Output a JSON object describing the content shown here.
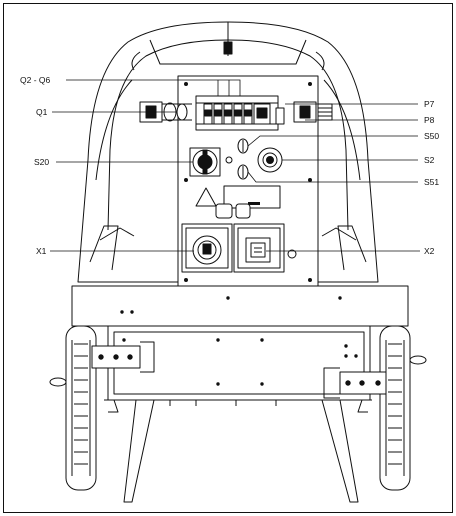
{
  "callouts": {
    "q2_q6": "Q2 - Q6",
    "q1": "Q1",
    "s20": "S20",
    "x1": "X1",
    "p7": "P7",
    "p8": "P8",
    "s50": "S50",
    "s2": "S2",
    "s51": "S51",
    "x2": "X2"
  },
  "colors": {
    "line": "#111111",
    "background": "#ffffff"
  }
}
